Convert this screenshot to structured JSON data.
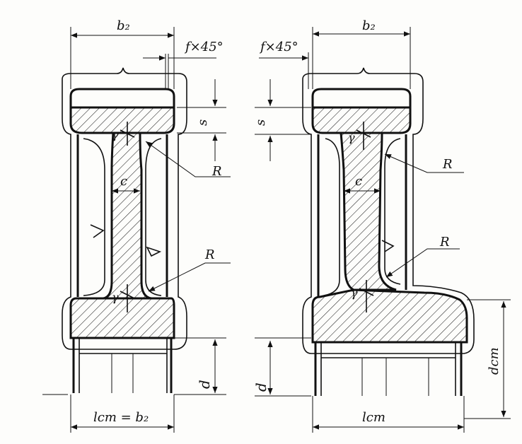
{
  "figure": {
    "left": {
      "b2": "b₂",
      "chamfer": "f×45°",
      "s": "s",
      "gamma_top": "γ",
      "gamma_bottom": "γ",
      "c": "c",
      "r_top": "R",
      "r_bottom": "R",
      "d": "d",
      "hub_length": "lст = b₂"
    },
    "right": {
      "b2": "b₂",
      "chamfer": "f×45°",
      "s": "s",
      "gamma_top": "γ",
      "gamma_bottom": "γ",
      "c": "c",
      "r_top": "R",
      "r_bottom": "R",
      "d": "d",
      "hub_diameter": "dст",
      "hub_length": "lст"
    }
  }
}
